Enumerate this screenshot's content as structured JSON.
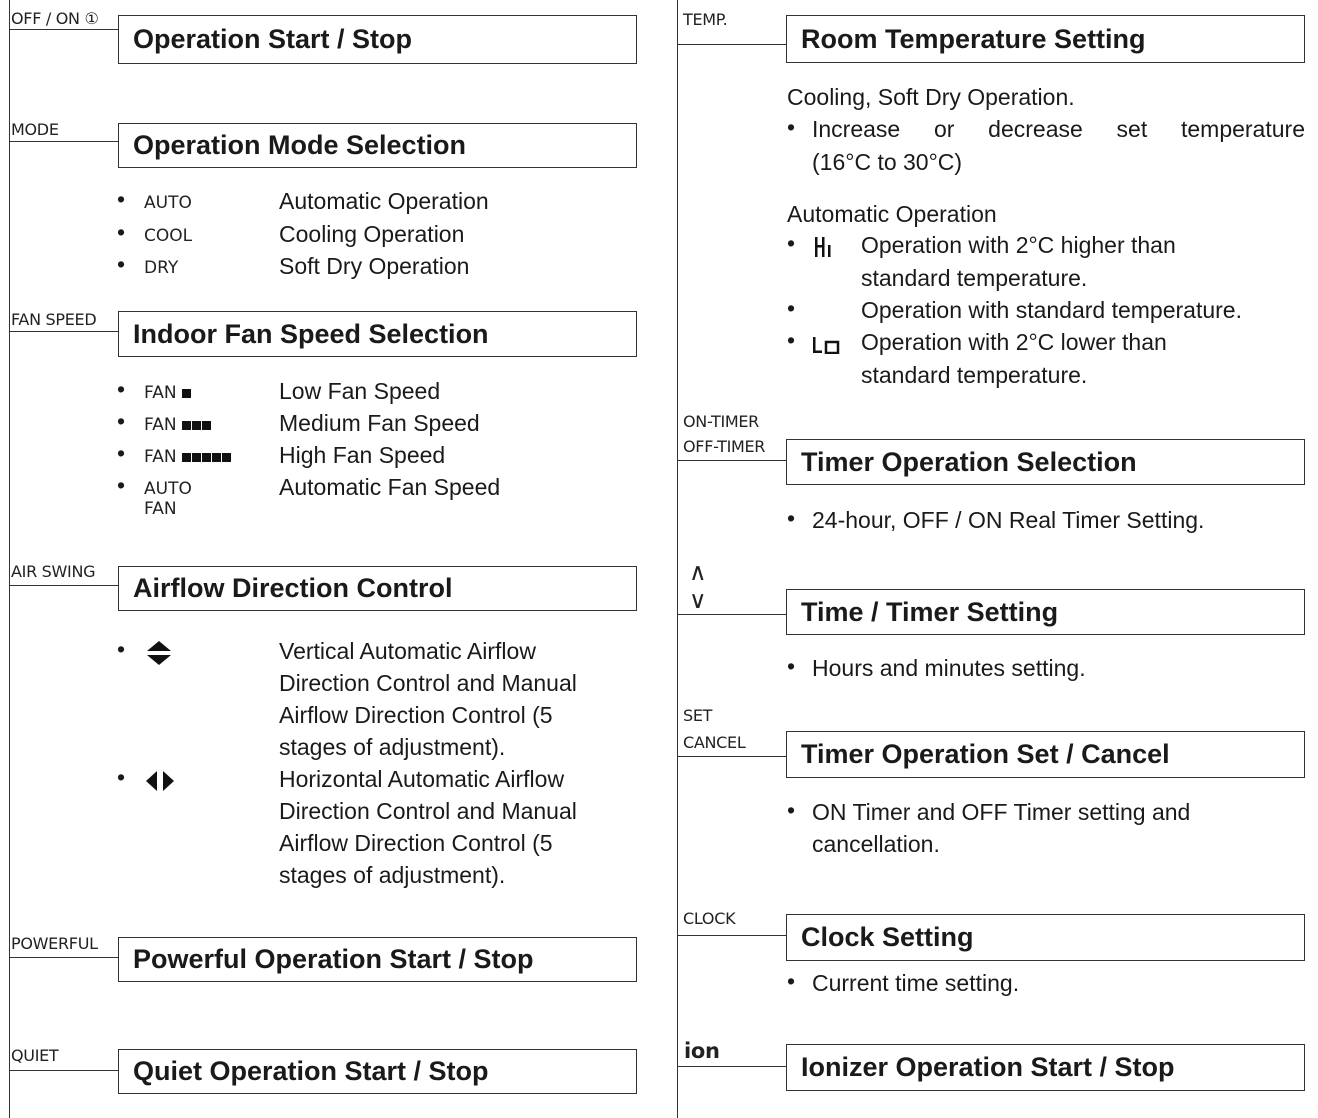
{
  "left": {
    "onoff": {
      "button": "OFF / ON ①",
      "title": "Operation Start / Stop"
    },
    "mode": {
      "button": "MODE",
      "title": "Operation Mode Selection",
      "items": [
        {
          "code": "AUTO",
          "desc": "Automatic Operation"
        },
        {
          "code": "COOL",
          "desc": "Cooling Operation"
        },
        {
          "code": "DRY",
          "desc": "Soft Dry Operation"
        }
      ]
    },
    "fan": {
      "button": "FAN SPEED",
      "title": "Indoor Fan Speed Selection",
      "items": [
        {
          "code": "FAN",
          "bars": 1,
          "desc": "Low Fan Speed"
        },
        {
          "code": "FAN",
          "bars": 3,
          "desc": "Medium Fan Speed"
        },
        {
          "code": "FAN",
          "bars": 5,
          "desc": "High Fan Speed"
        },
        {
          "code": "AUTO",
          "code2": "FAN",
          "desc": "Automatic Fan Speed"
        }
      ]
    },
    "swing": {
      "button": "AIR SWING",
      "title": "Airflow Direction Control",
      "vertical": [
        "Vertical Automatic Airflow",
        "Direction Control and Manual",
        "Airflow Direction Control (5",
        "stages of adjustment)."
      ],
      "horizontal": [
        "Horizontal Automatic Airflow",
        "Direction Control and Manual",
        "Airflow Direction Control (5",
        "stages of adjustment)."
      ]
    },
    "powerful": {
      "button": "POWERFUL",
      "title": "Powerful Operation Start / Stop"
    },
    "quiet": {
      "button": "QUIET",
      "title": "Quiet Operation Start / Stop"
    }
  },
  "right": {
    "temp": {
      "button": "TEMP.",
      "title": "Room Temperature Setting",
      "cooling_head": "Cooling, Soft Dry Operation.",
      "cooling_line1": "Increase or decrease set temperature",
      "cooling_line2": "(16°C to 30°C)",
      "auto_head": "Automatic Operation",
      "hi_line1": "Operation with 2°C higher than",
      "hi_line2": "standard temperature.",
      "std_line": "Operation with standard temperature.",
      "lo_line1": "Operation with 2°C lower than",
      "lo_line2": "standard temperature.",
      "lo_code": "Lo"
    },
    "timer": {
      "button1": "ON-TIMER",
      "button2": "OFF-TIMER",
      "title": "Timer Operation Selection",
      "desc": "24-hour, OFF / ON Real Timer Setting."
    },
    "time": {
      "up": "∧",
      "down": "∨",
      "title": "Time / Timer Setting",
      "desc": "Hours and minutes setting."
    },
    "set": {
      "button1": "SET",
      "button2": "CANCEL",
      "title": "Timer Operation Set / Cancel",
      "desc1": "ON Timer and OFF Timer setting and",
      "desc2": "cancellation."
    },
    "clock": {
      "button": "CLOCK",
      "title": "Clock Setting",
      "desc": "Current time setting."
    },
    "ion": {
      "button": "ion",
      "title": "Ionizer Operation Start / Stop"
    }
  },
  "bullet": "•"
}
